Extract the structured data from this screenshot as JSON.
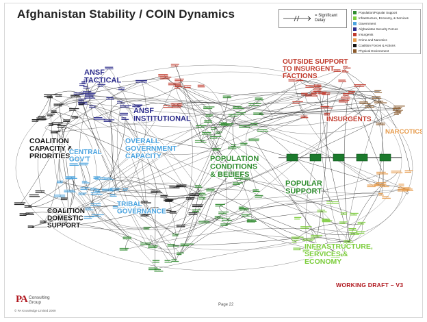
{
  "title": "Afghanistan Stability / COIN Dynamics",
  "delay_legend": {
    "label": "Significant Delay",
    "symbol": "="
  },
  "color_legend": [
    {
      "label": "Population/Popular Support",
      "color": "#2e8b2e"
    },
    {
      "label": "Infrastructure, Economy, & Services",
      "color": "#7ccd3c"
    },
    {
      "label": "Government",
      "color": "#4aa3df"
    },
    {
      "label": "Afghanistan Security Forces",
      "color": "#2a2a8a"
    },
    {
      "label": "Insurgents",
      "color": "#c0392b"
    },
    {
      "label": "Crime and Narcotics",
      "color": "#e69a4a"
    },
    {
      "label": "Coalition Forces & Actions",
      "color": "#111111"
    },
    {
      "label": "Physical Environment",
      "color": "#8b5a2b"
    }
  ],
  "clusters": [
    {
      "id": "ansf-tactical",
      "lines": [
        "ANSF",
        "TACTICAL"
      ],
      "color": "#2a2a8a"
    },
    {
      "id": "ansf-institutional",
      "lines": [
        "ANSF",
        "INSTITUTIONAL"
      ],
      "color": "#2a2a8a"
    },
    {
      "id": "coalition-capacity",
      "lines": [
        "COALITION",
        "CAPACITY &",
        "PRIORITIES"
      ],
      "color": "#111111"
    },
    {
      "id": "central-govt",
      "lines": [
        "CENTRAL",
        "GOV'T"
      ],
      "color": "#4aa3df"
    },
    {
      "id": "overall-govt",
      "lines": [
        "OVERALL",
        "GOVERNMENT",
        "CAPACITY"
      ],
      "color": "#4aa3df"
    },
    {
      "id": "coalition-domestic",
      "lines": [
        "COALITION",
        "DOMESTIC",
        "SUPPORT"
      ],
      "color": "#111111"
    },
    {
      "id": "tribal-governance",
      "lines": [
        "TRIBAL",
        "GOVERNANCE"
      ],
      "color": "#4aa3df"
    },
    {
      "id": "population-conditions",
      "lines": [
        "POPULATION",
        "CONDITIONS",
        "& BELIEFS"
      ],
      "color": "#2e8b2e"
    },
    {
      "id": "popular-support",
      "lines": [
        "POPULAR",
        "SUPPORT"
      ],
      "color": "#2e8b2e"
    },
    {
      "id": "outside-support",
      "lines": [
        "OUTSIDE SUPPORT",
        "TO INSURGENT",
        "FACTIONS"
      ],
      "color": "#c0392b"
    },
    {
      "id": "insurgents",
      "lines": [
        "INSURGENTS"
      ],
      "color": "#c0392b"
    },
    {
      "id": "narcotics",
      "lines": [
        "NARCOTICS"
      ],
      "color": "#e69a4a"
    },
    {
      "id": "infrastructure",
      "lines": [
        "INFRASTRUCTURE,",
        "SERVICES &",
        "ECONOMY"
      ],
      "color": "#7ccd3c"
    }
  ],
  "footer": {
    "logo_mark": "PA",
    "logo_text_1": "Consulting",
    "logo_text_2": "Group",
    "copyright": "© PA Knowledge Limited 2009",
    "page": "Page 22",
    "draft": "WORKING DRAFT – V3"
  }
}
